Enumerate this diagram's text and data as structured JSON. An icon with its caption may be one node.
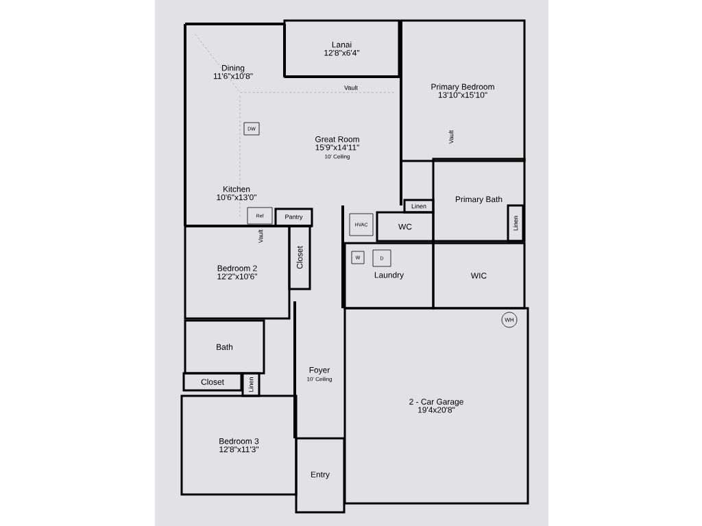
{
  "diagram": {
    "nodes": [
      {
        "text": [
          "Dining",
          "11'6\"x10'8\""
        ]
      },
      {
        "text": [
          "Lanai",
          "12'8\"x6'4\""
        ]
      },
      {
        "text": [
          "Primary Bedroom",
          "13'10\"x15'10\""
        ]
      },
      {
        "text": [
          "Great Room",
          "15'9\"x14'11\"",
          "10' Ceiling"
        ]
      },
      {
        "text": [
          "DW"
        ]
      },
      {
        "text": [
          "Kitchen",
          "10'6\"x13'0\""
        ]
      },
      {
        "text": [
          "Ref"
        ]
      },
      {
        "text": [
          "Pantry"
        ]
      },
      {
        "text": [
          "HVAC"
        ]
      },
      {
        "text": [
          "WC"
        ]
      },
      {
        "text": [
          "Linen"
        ]
      },
      {
        "text": [
          "Primary Bath"
        ]
      },
      {
        "text": [
          "Linen"
        ],
        "in": 11
      },
      {
        "text": [
          "Bedroom 2",
          "12'2\"x10'6\""
        ]
      },
      {
        "text": [
          "Closet"
        ]
      },
      {
        "text": [
          "Laundry"
        ]
      },
      {
        "text": [
          "W"
        ],
        "in": 15
      },
      {
        "text": [
          "D"
        ],
        "in": 15
      },
      {
        "text": [
          "WIC"
        ]
      },
      {
        "text": [
          "Bath"
        ]
      },
      {
        "text": [
          "Closet"
        ]
      },
      {
        "text": [
          "Linen"
        ]
      },
      {
        "text": [
          "Foyer",
          "10' Ceiling"
        ]
      },
      {
        "text": [
          "Bedroom 3",
          "12'8\"x11'3\""
        ]
      },
      {
        "text": [
          "Entry"
        ]
      },
      {
        "text": [
          "2 - Car Garage",
          "19'4x20'8\""
        ]
      },
      {
        "text": [
          "WH"
        ],
        "in": 25
      }
    ],
    "labels": [
      "Vault",
      "Vault",
      "Vault"
    ]
  }
}
